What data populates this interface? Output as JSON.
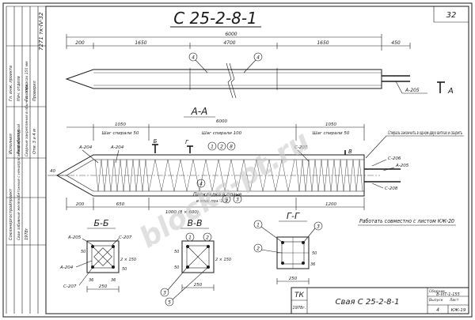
{
  "title": "С 25-2-8-1",
  "page_number": "32",
  "side_code": "7271 тк-IV-32",
  "view_labels": {
    "section_aa": "А-А",
    "section_bb": "Б-Б",
    "section_vv": "В-В",
    "section_gg": "Г-Г",
    "cut_mark": "А",
    "cut_mark_b": "Б",
    "cut_mark_v": "В",
    "cut_mark_g": "Г"
  },
  "top_view": {
    "dim_total": "6000",
    "dim_left_tip": "200",
    "dim_seg1": "1650",
    "dim_mid": "4700",
    "dim_seg2": "1650",
    "dim_right": "450",
    "callout_a": "4",
    "callout_b": "4",
    "rebar_label": "А-205"
  },
  "section_aa": {
    "dim_spiral_left": "1050",
    "dim_spiral_mid": "6000",
    "dim_spiral_right": "1050",
    "pitch_left": "Шаг спирали 50",
    "pitch_mid": "Шаг спирали 100",
    "pitch_right": "Шаг спирали 50",
    "bar_204a": "А-204",
    "bar_204b": "А-204",
    "bar_207": "С-207",
    "bar_206": "С-206",
    "bar_205": "А-205",
    "bar_208": "С-208",
    "callouts": [
      "1",
      "2",
      "8",
      "4",
      "9",
      "3"
    ],
    "note_spiral": "Спираль закончить в одном-двух витках и сварить",
    "note_pad": "Подкладка в плане",
    "note_pad_sub": "в плос поз. 1, 2",
    "dim_tip": "200",
    "dim_end": "650",
    "dim_body": "1000 (8 × 600)",
    "dim_rear": "1200",
    "dim_h": "40",
    "note_coord": "Работать совместно с листом КЖ-20"
  },
  "section_bb": {
    "bar_top": "А-205",
    "bar_207": "С-207",
    "bar_207b": "С-207",
    "bar_side": "А-204",
    "dim_inner": "2 × 150",
    "dim_w": "250",
    "dim_a": "50",
    "dim_b": "50",
    "dim_c": "36",
    "dim_d": "36"
  },
  "section_vv": {
    "callouts": [
      "1",
      "2",
      "3",
      "5"
    ],
    "dim_a": "50",
    "dim_b": "50",
    "dim_w": "250",
    "dim_inner": "2 × 150"
  },
  "section_gg": {
    "callouts": [
      "1",
      "2",
      "3"
    ],
    "dim_a": "50",
    "dim_b": "36",
    "dim_w": "250"
  },
  "left_stamp": {
    "lines": [
      "Гл. инж. проекта",
      "Нач. отдела",
      "Гл. спец.",
      "Проверил",
      "Исполнил",
      "Разработал"
    ],
    "note1": "Сварные закрепления в обычных каркасах 150 мм",
    "note2": "Отм. 3 и 4 м",
    "org": "Союзэнергостройпроект",
    "desc": "Сваи забивные железобетонные с ненапрягаемой арматурой",
    "year": "1978г"
  },
  "title_block": {
    "org": "ТК",
    "year": "1978г.",
    "name": "Свая С 25-2-8-1",
    "sheet_label": "Сборник",
    "sheet_code": "В-VIТ-1-155",
    "stage_label": "Выпуск",
    "stage": "4",
    "list_label": "Лист",
    "list": "КЖ-19"
  },
  "watermark": "blocks-pt.ru"
}
